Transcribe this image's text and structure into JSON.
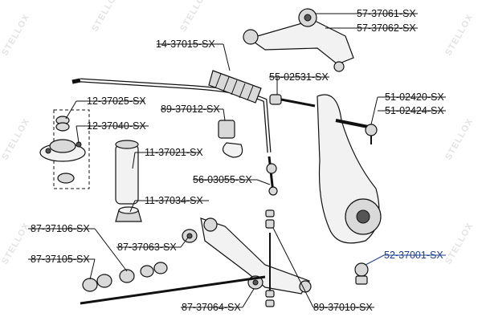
{
  "labels": [
    {
      "id": "p57_37061",
      "text": "57-37061-SX"
    },
    {
      "id": "p57_37062",
      "text": "57-37062-SX"
    },
    {
      "id": "p14_37015",
      "text": "14-37015-SX"
    },
    {
      "id": "p55_02531",
      "text": "55-02531-SX"
    },
    {
      "id": "p12_37025",
      "text": "12-37025-SX"
    },
    {
      "id": "p89_37012",
      "text": "89-37012-SX"
    },
    {
      "id": "p51_02420",
      "text": "51-02420-SX"
    },
    {
      "id": "p51_02424",
      "text": "51-02424-SX"
    },
    {
      "id": "p12_37040",
      "text": "12-37040-SX"
    },
    {
      "id": "p11_37021",
      "text": "11-37021-SX"
    },
    {
      "id": "p56_03055",
      "text": "56-03055-SX"
    },
    {
      "id": "p11_37034",
      "text": "11-37034-SX"
    },
    {
      "id": "p87_37106",
      "text": "87-37106-SX"
    },
    {
      "id": "p87_37063",
      "text": "87-37063-SX"
    },
    {
      "id": "p52_37001",
      "text": "52-37001-SX"
    },
    {
      "id": "p87_37105",
      "text": "87-37105-SX"
    },
    {
      "id": "p87_37064",
      "text": "87-37064-SX"
    },
    {
      "id": "p89_37010",
      "text": "89-37010-SX"
    }
  ],
  "watermark": "STELLOX",
  "colors": {
    "highlight": "#1f3f8f",
    "ink": "#111111",
    "watermark": "#e3e3e3"
  }
}
